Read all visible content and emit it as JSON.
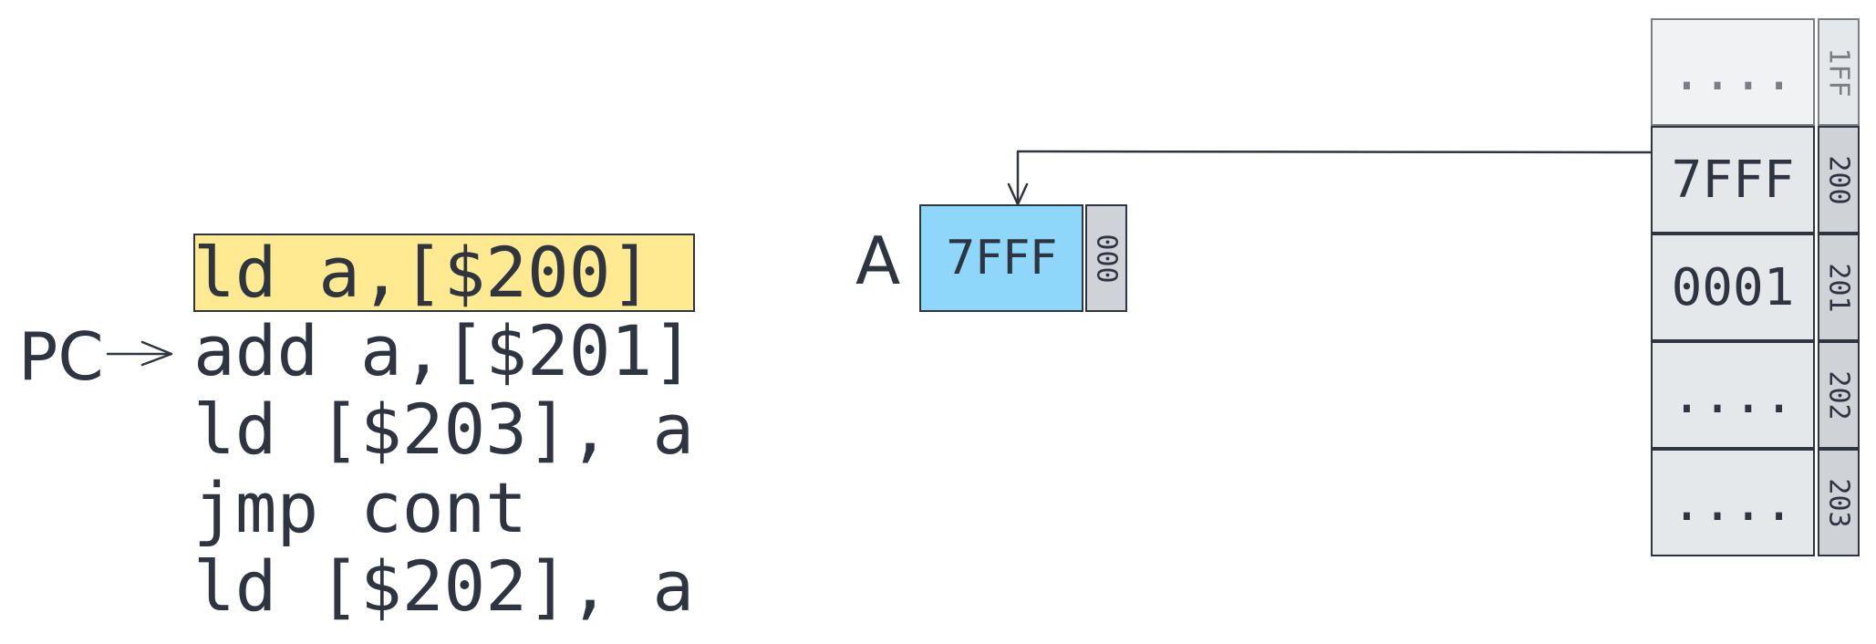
{
  "program": {
    "lines": [
      "ld a,[$200]",
      "add a,[$201]",
      "ld [$203], a",
      "jmp cont",
      "ld [$202], a"
    ],
    "pc_label": "PC"
  },
  "register": {
    "label": "A",
    "value": "7FFF",
    "address": "000"
  },
  "memory": {
    "cells": [
      {
        "address": "1FF",
        "value": "...."
      },
      {
        "address": "200",
        "value": "7FFF"
      },
      {
        "address": "201",
        "value": "0001"
      },
      {
        "address": "202",
        "value": "...."
      },
      {
        "address": "203",
        "value": "...."
      }
    ]
  },
  "colors": {
    "highlight": "#ffe991",
    "register_fill": "#8fd6fb",
    "memory_fill": "#e5e8eb",
    "address_fill": "#cfd3d8",
    "ink": "#2e3440"
  }
}
